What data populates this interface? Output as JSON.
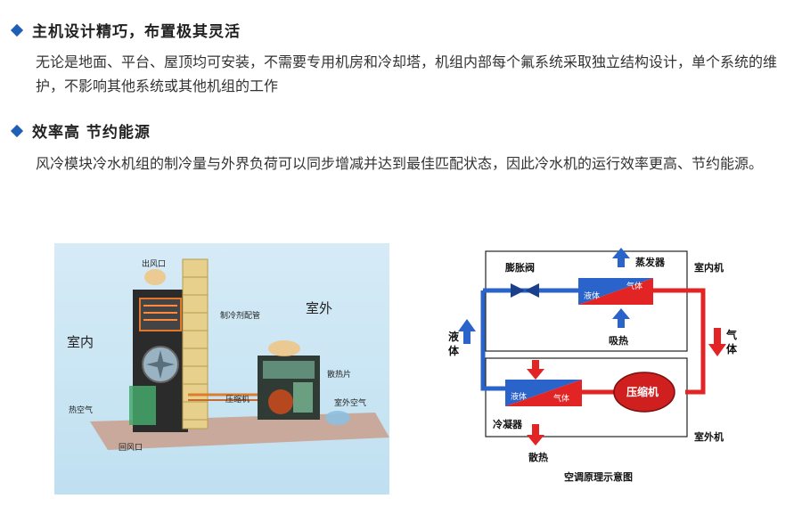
{
  "section1": {
    "heading": "主机设计精巧，布置极其灵活",
    "text": "无论是地面、平台、屋顶均可安装，不需要专用机房和冷却塔，机组内部每个氟系统采取独立结构设计，单个系统的维护，不影响其他系统或其他机组的工作"
  },
  "section2": {
    "heading": "效率高 节约能源",
    "text": "风冷模块冷水机组的制冷量与外界负荷可以同步增减并达到最佳匹配状态，因此冷水机的运行效率更高、节约能源。"
  },
  "figure_left": {
    "labels": {
      "outlet": "出风口",
      "indoor": "室内",
      "outdoor": "室外",
      "pipe": "制冷剂配管",
      "fin": "散热片",
      "compressor": "压缩机",
      "hot_air": "热空气",
      "outdoor_air": "室外空气",
      "return_air": "回风口"
    }
  },
  "figure_right": {
    "labels": {
      "expansion_valve": "膨胀阀",
      "evaporator": "蒸发器",
      "indoor_unit": "室内机",
      "liquid_top": "液体",
      "gas_top": "气体",
      "absorb_heat": "吸热",
      "liquid_side_1": "液",
      "liquid_side_2": "体",
      "gas_side_1": "气",
      "gas_side_2": "体",
      "liquid_bottom": "液体",
      "gas_bottom": "气体",
      "compressor": "压缩机",
      "condenser": "冷凝器",
      "outdoor_unit": "室外机",
      "release_heat": "散热",
      "caption": "空调原理示意图"
    },
    "colors": {
      "cold": "#2a63c9",
      "hot": "#e32424"
    }
  }
}
